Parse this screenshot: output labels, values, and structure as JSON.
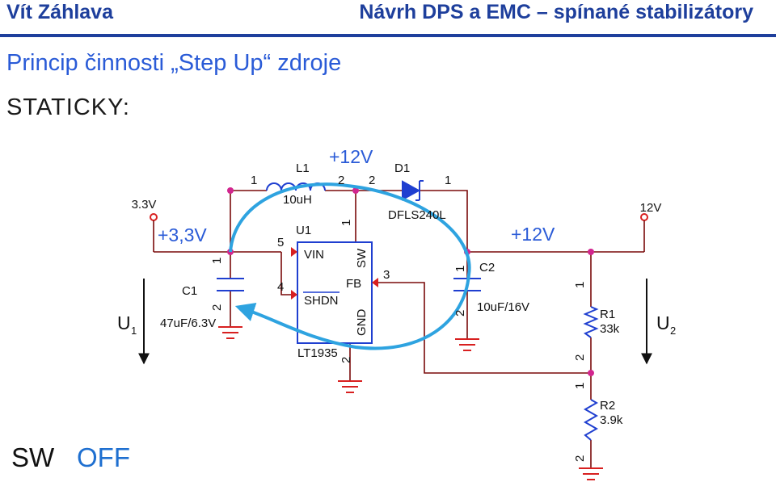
{
  "header": {
    "author": "Vít Záhlava",
    "course": "Návrh DPS a EMC – spínané stabilizátory"
  },
  "slide": {
    "subtitle": "Princip činnosti „Step Up“ zdroje",
    "mode": "STATICKY:",
    "state_sw": "SW",
    "state_off": "OFF"
  },
  "colors": {
    "header": "#1e3f9c",
    "accent": "#2a5bd7",
    "wire": "#7a0a0a",
    "node": "#d2268f",
    "ground": "#d82020",
    "current_loop": "#2ea3e0",
    "diode": "#1f3fd0"
  },
  "schematic": {
    "net_in": "3.3V",
    "net_in_label": "+3,3V",
    "net_sw_label": "+12V",
    "net_out_label": "+12V",
    "net_out": "12V",
    "u1_sym": "U",
    "u1_sub": "1",
    "u2_sym": "U",
    "u2_sub": "2",
    "c1": {
      "ref": "C1",
      "value": "47uF/6.3V",
      "pin1": "1",
      "pin2": "2"
    },
    "l1": {
      "ref": "L1",
      "value": "10uH",
      "pin1": "1",
      "pin2": "2"
    },
    "d1": {
      "ref": "D1",
      "value": "DFLS240L",
      "pin2": "2",
      "pin1": "1"
    },
    "ic": {
      "ref": "U1",
      "part": "LT1935",
      "vin": "VIN",
      "shdn": "SHDN",
      "fb": "FB",
      "sw": "SW",
      "gnd": "GND",
      "pin_vin": "5",
      "pin_shdn": "4",
      "pin_sw": "1",
      "pin_fb": "3",
      "pin_gnd": "2"
    },
    "c2": {
      "ref": "C2",
      "value": "10uF/16V",
      "pin1": "1",
      "pin2": "2"
    },
    "r1": {
      "ref": "R1",
      "value": "33k",
      "pin1": "1",
      "pin2": "2"
    },
    "r2": {
      "ref": "R2",
      "value": "3.9k",
      "pin1": "1",
      "pin2": "2"
    }
  }
}
